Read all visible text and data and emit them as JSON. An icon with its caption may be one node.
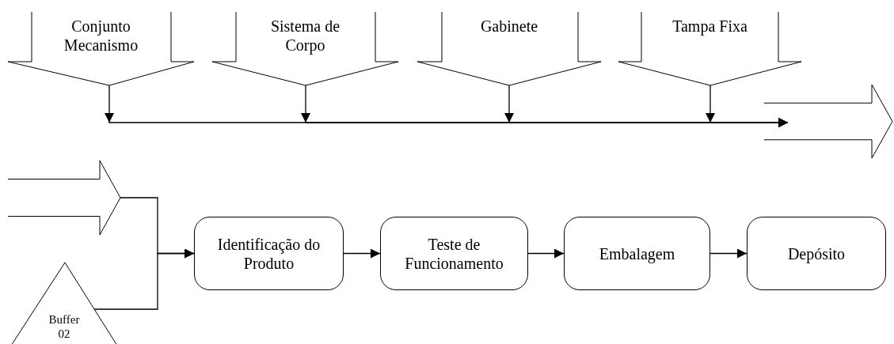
{
  "diagram": {
    "nodes": [
      {
        "text": [
          "Conjunto Mecanismo"
        ]
      },
      {
        "text": [
          "Sistema de Corpo"
        ]
      },
      {
        "text": [
          "Gabinete"
        ]
      },
      {
        "text": [
          "Tampa Fixa"
        ]
      },
      {
        "text": [],
        "shape": "arrow"
      },
      {
        "text": [],
        "shape": "arrow"
      },
      {
        "text": [
          "Buffer 02"
        ]
      },
      {
        "text": [
          "Identificação do Produto"
        ]
      },
      {
        "text": [
          "Teste de Funcionamento"
        ]
      },
      {
        "text": [
          "Embalagem"
        ]
      },
      {
        "text": [
          "Depósito"
        ]
      }
    ],
    "edges": [
      {
        "from": 0,
        "to": 4,
        "arrow": "to"
      },
      {
        "from": 1,
        "to": 4,
        "arrow": "to"
      },
      {
        "from": 2,
        "to": 4,
        "arrow": "to"
      },
      {
        "from": 3,
        "to": 4,
        "arrow": "to"
      },
      {
        "from": 5,
        "to": 7,
        "arrow": "to"
      },
      {
        "from": 6,
        "to": 7,
        "arrow": "to"
      },
      {
        "from": 7,
        "to": 8,
        "arrow": "to"
      },
      {
        "from": 8,
        "to": 9,
        "arrow": "to"
      },
      {
        "from": 9,
        "to": 10,
        "arrow": "to"
      }
    ]
  }
}
